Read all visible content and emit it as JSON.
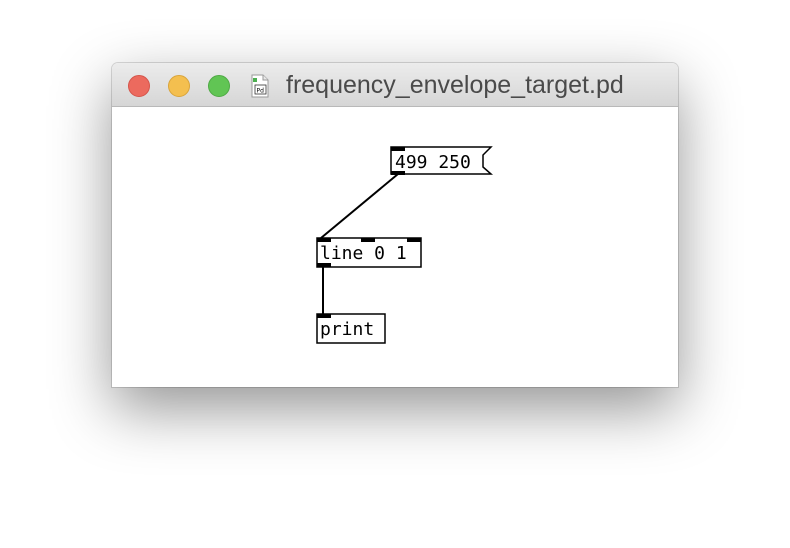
{
  "window": {
    "title": "frequency_envelope_target.pd",
    "file_icon_text": "Pd"
  },
  "patch": {
    "message_box": {
      "text": "499 250"
    },
    "line_object": {
      "text": "line 0 1"
    },
    "print_object": {
      "text": "print"
    }
  }
}
